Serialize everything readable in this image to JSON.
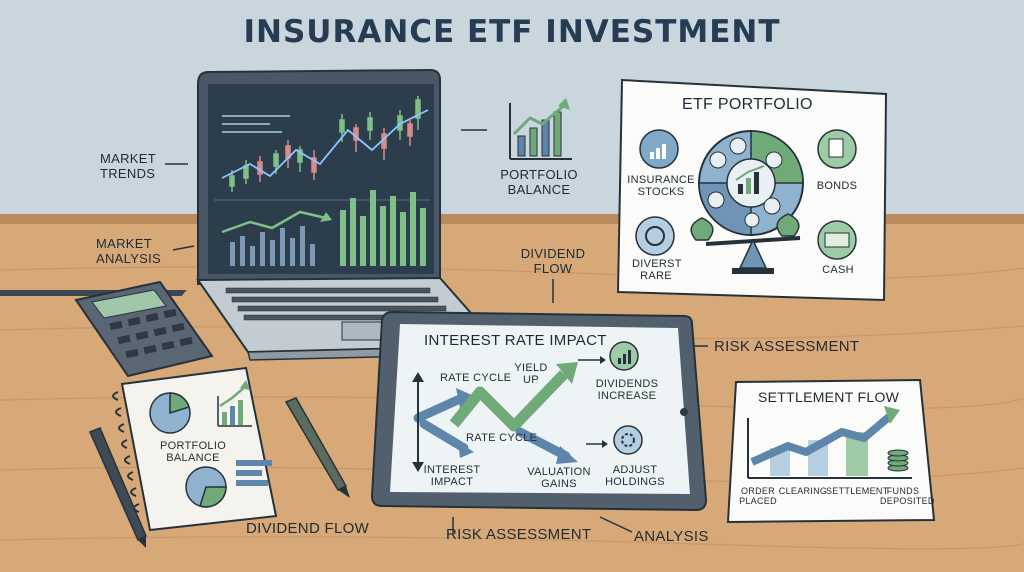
{
  "title": "INSURANCE ETF INVESTMENT",
  "labels": {
    "market_trends": "MARKET TRENDS",
    "market_analysis": "MARKET ANALYSIS",
    "portfolio_balance": "PORTFOLIO BALANCE",
    "dividend_flow_top": "DIVIDEND FLOW",
    "risk_assessment_right": "RISK ASSESSMENT",
    "dividend_flow_bottom": "DIVIDEND FLOW",
    "risk_assessment_bottom": "RISK ASSESSMENT",
    "analysis": "ANALYSIS"
  },
  "etf_portfolio": {
    "title": "ETF PORTFOLIO",
    "insurance_stocks": "INSURANCE STOCKS",
    "bonds": "BONDS",
    "diverst_rare": "DIVERST RARE",
    "cash": "CASH"
  },
  "notebook": {
    "portfolio_balance": "PORTFOLIO BALANCE"
  },
  "tablet": {
    "title": "INTEREST RATE IMPACT",
    "rate_cycle_top": "RATE CYCLE",
    "yield_up": "YIELD UP",
    "dividends_increase": "DIVIDENDS INCREASE",
    "rate_cycle_mid": "RATE CYCLE",
    "interest_impact": "INTEREST IMPACT",
    "valuation_gains": "VALUATION GAINS",
    "adjust_holdings": "ADJUST HOLDINGS"
  },
  "settlement": {
    "title": "SETTLEMENT FLOW",
    "steps": [
      "ORDER PLACED",
      "CLEARING",
      "SETTLEMENT",
      "FUNDS DEPOSITED"
    ]
  },
  "colors": {
    "navy": "#263c52",
    "green": "#6faa78",
    "blue": "#5d86aa",
    "desk": "#d7a878"
  }
}
